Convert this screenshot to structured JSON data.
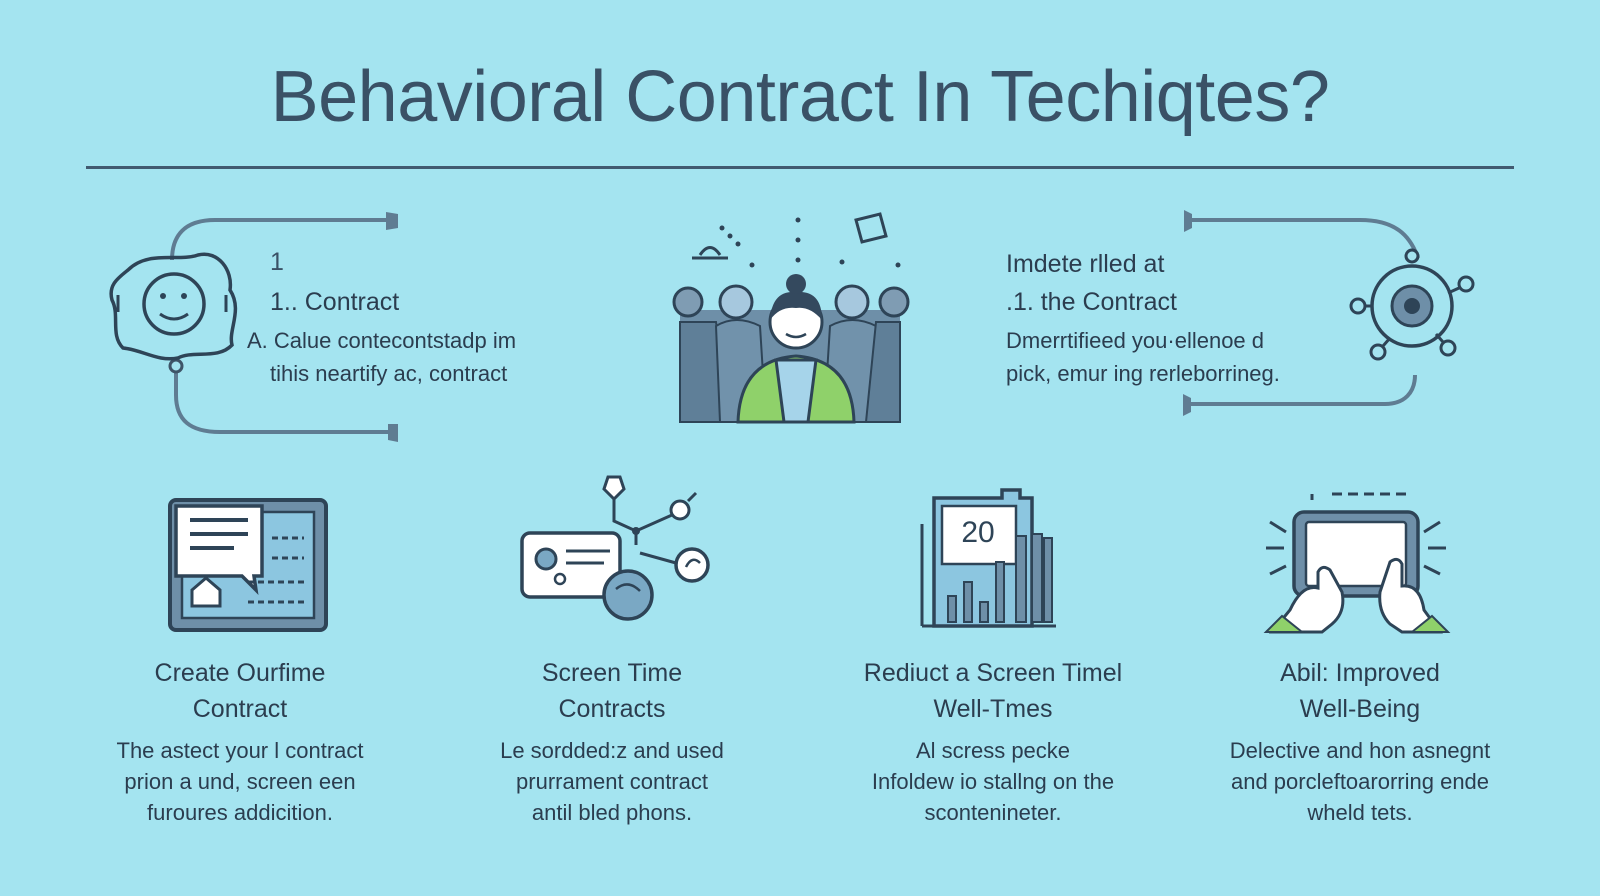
{
  "title": "Behavioral Contract In Techiqtes?",
  "top_left": {
    "number": "1",
    "heading": "1.. Contract",
    "desc_line1": "A. Calue contecontstadp im",
    "desc_line2": "tihis neartify ac, contract"
  },
  "top_right": {
    "line1": "Imdete rlled at",
    "heading": ".1. the Contract",
    "desc_line1": "Dmerrtifieed you·ellenoe d",
    "desc_line2": "pick, emur ing rerleborrineg."
  },
  "cards": [
    {
      "title_line1": "Create Ourfime",
      "title_line2": "Contract",
      "desc_line1": "The astect your l contract",
      "desc_line2": "prion a und, screen een",
      "desc_line3": "furoures addicition.",
      "icon": "document-chat-icon"
    },
    {
      "title_line1": "Screen Time",
      "title_line2": "Contracts",
      "desc_line1": "Le sordded:z and used",
      "desc_line2": "prurrament contract",
      "desc_line3": "antil bled phons.",
      "icon": "card-network-icon"
    },
    {
      "title_line1": "Rediuct a Screen Timel",
      "title_line2": "Well-Tmes",
      "desc_line1": "Al scress pecke",
      "desc_line2": "Infoldew io stallng on the",
      "desc_line3": "scontenineter.",
      "icon": "calendar-chart-icon",
      "icon_text": "20"
    },
    {
      "title_line1": "Abil: Improved",
      "title_line2": "Well-Being",
      "desc_line1": "Delective and hon asnegnt",
      "desc_line2": "and porcleftoarorring ende",
      "desc_line3": "wheld tets.",
      "icon": "hands-tablet-icon"
    }
  ],
  "colors": {
    "background": "#a4e4f0",
    "ink": "#2b3d4f",
    "line": "#5f7c92",
    "accent_green": "#8fd16a",
    "person_blue": "#6e8fa8"
  }
}
